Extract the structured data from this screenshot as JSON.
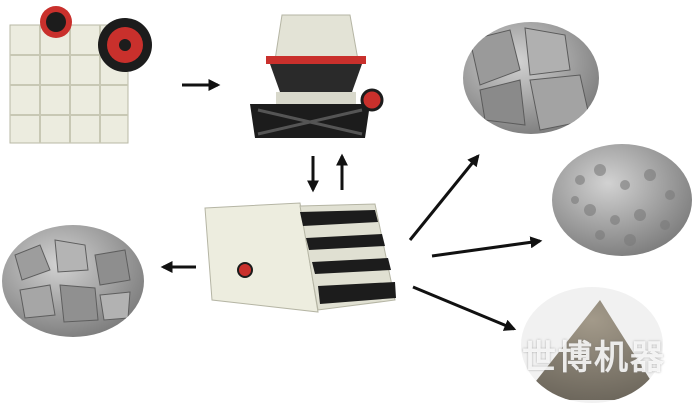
{
  "watermark": {
    "text": "世博机器"
  },
  "colors": {
    "arrow": "#111111",
    "machine_body": "#ececdf",
    "machine_frame": "#1c1c1c",
    "accent_red": "#c9302c",
    "stone_light": "#b9b9b9",
    "stone_dark": "#6f6f6f",
    "sand": "#8c8577"
  },
  "flow": {
    "steps": [
      {
        "name": "jaw-crusher"
      },
      {
        "name": "cone-crusher"
      },
      {
        "name": "vibrating-screen"
      }
    ],
    "outputs": [
      {
        "name": "large-aggregate"
      },
      {
        "name": "medium-gravel"
      },
      {
        "name": "fine-sand"
      },
      {
        "name": "mixed-aggregate"
      }
    ]
  }
}
